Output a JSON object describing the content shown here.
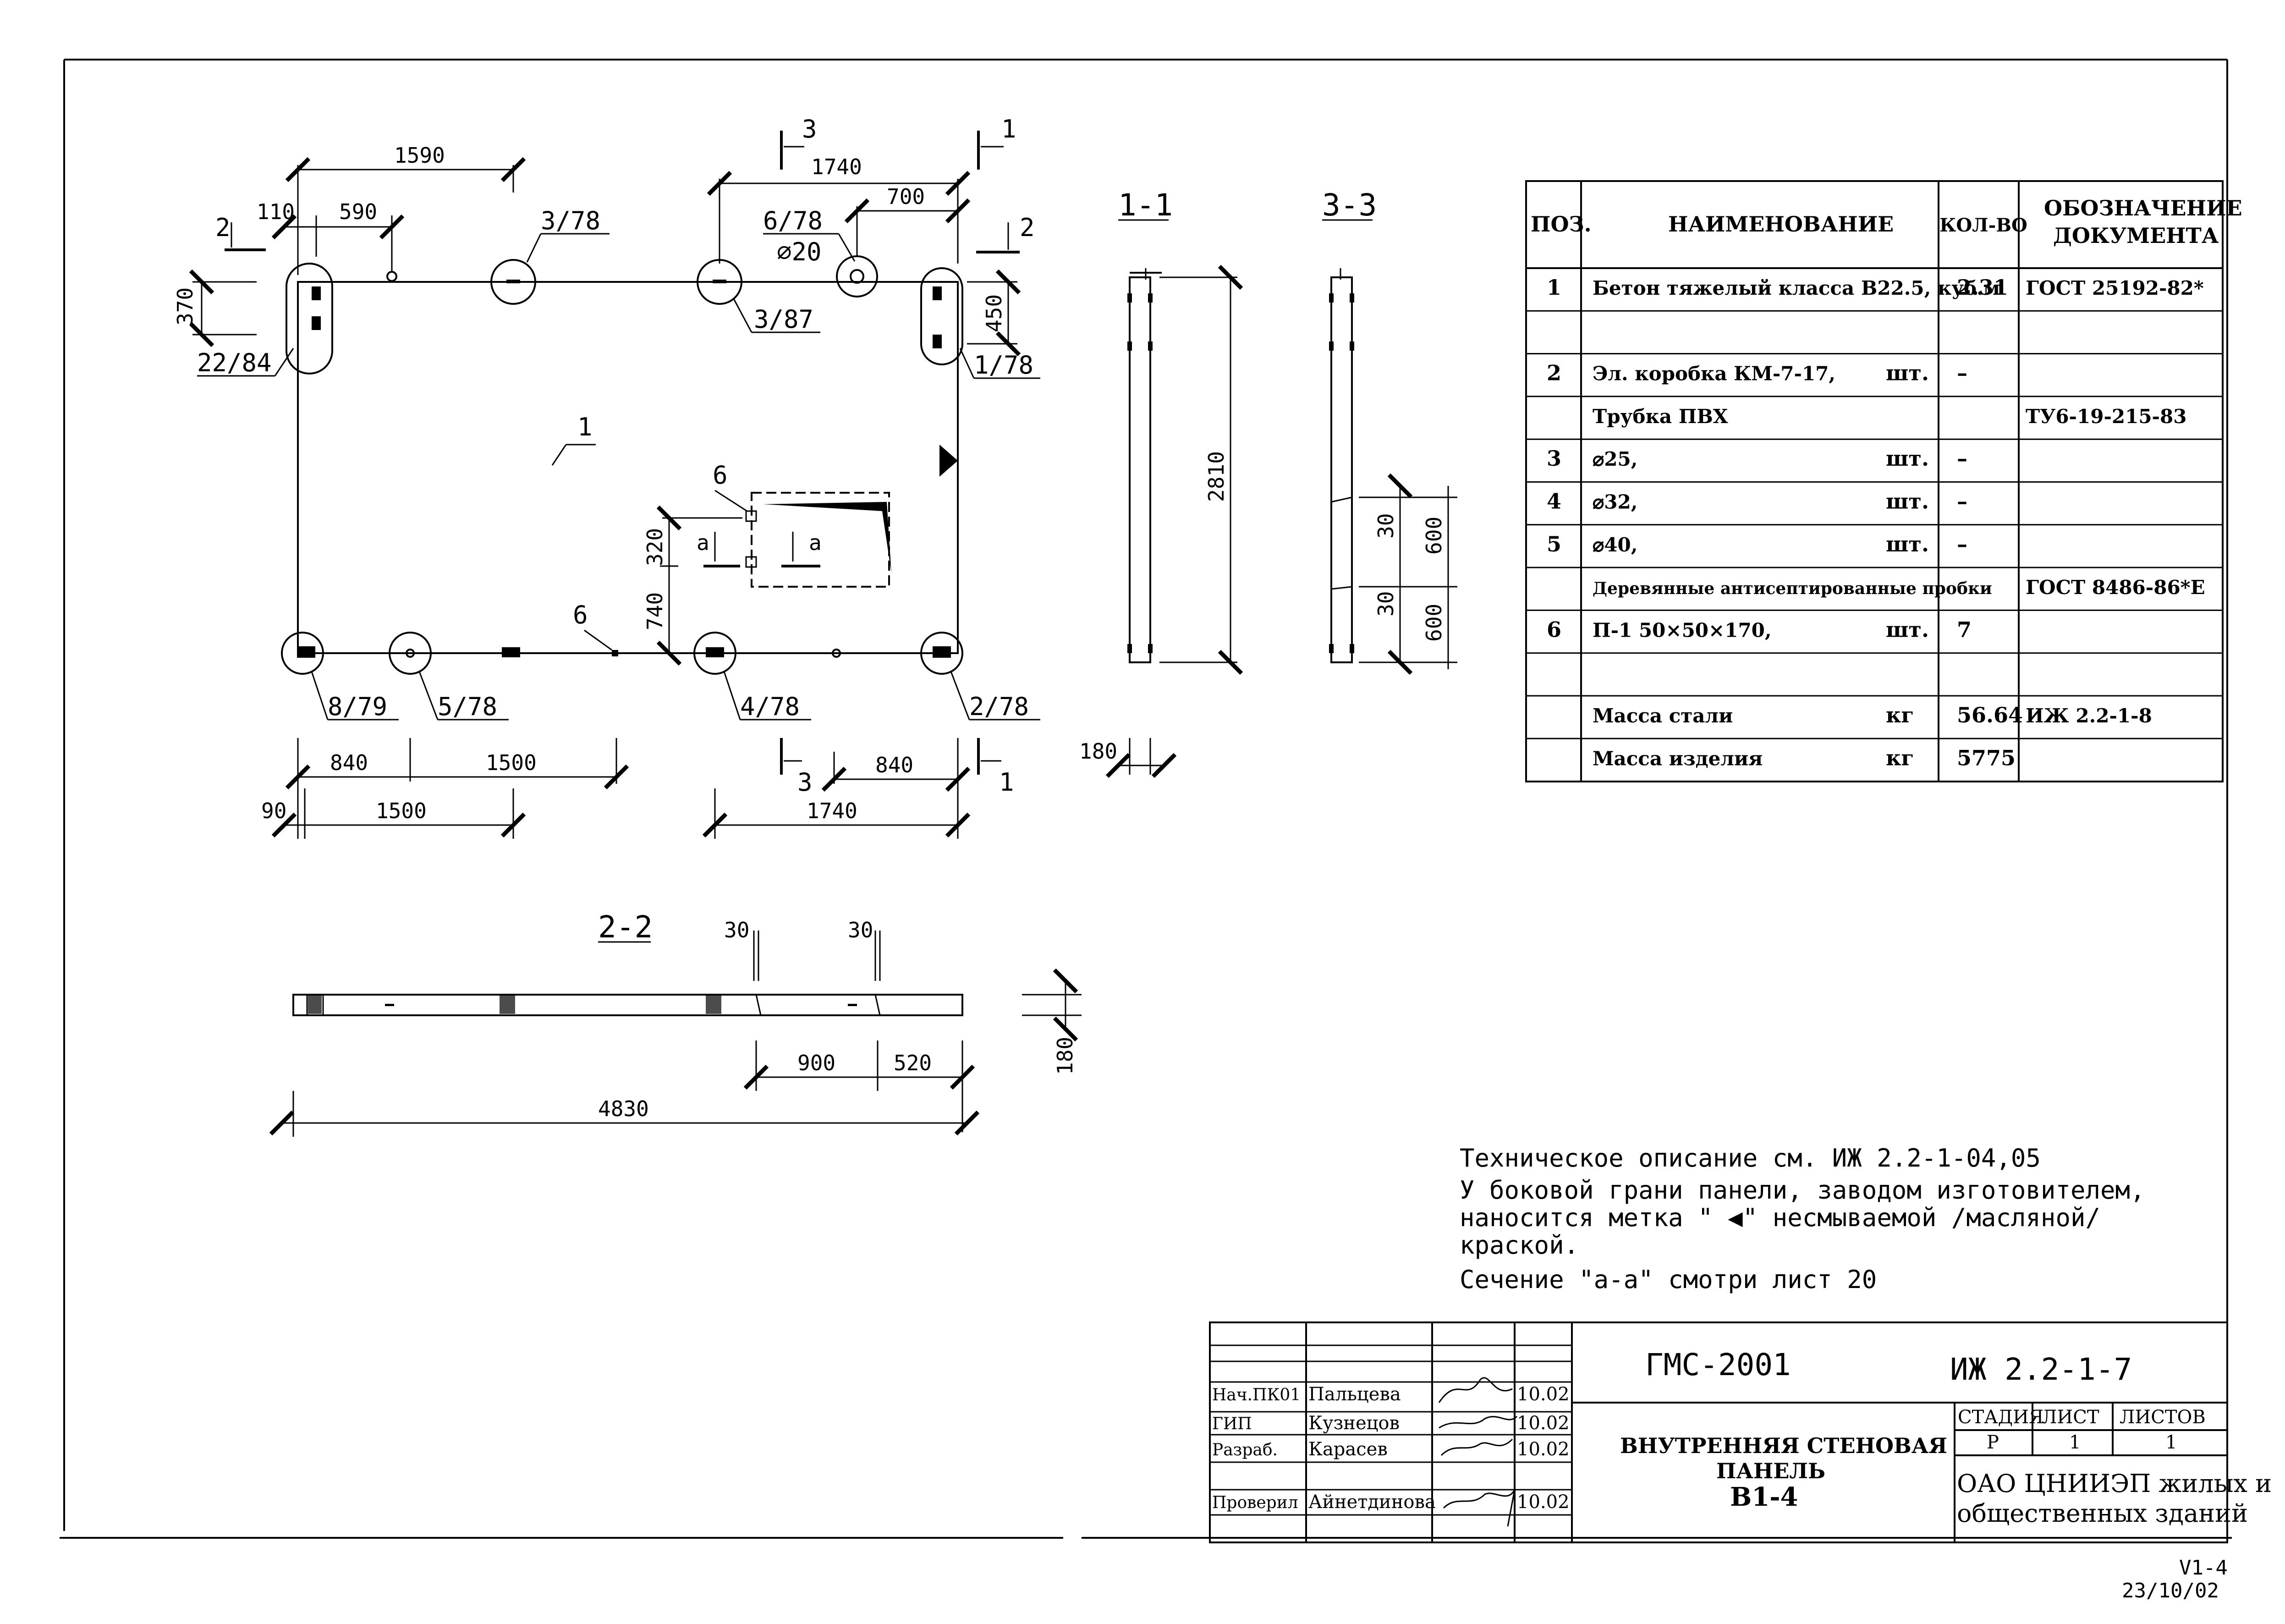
{
  "plan": {
    "dimensions_top": {
      "d1590": "1590",
      "d1740": "1740",
      "d110": "110",
      "d590": "590",
      "d700": "700",
      "d370": "370",
      "d450": "450",
      "d320": "320",
      "d740": "740"
    },
    "dimensions_bottom": {
      "d840a": "840",
      "d1500a": "1500",
      "d90": "90",
      "d1500b": "1500",
      "d840b": "840",
      "d1740": "1740"
    },
    "callouts": {
      "c378": "3/78",
      "c678": "6/78",
      "c20": "⌀20",
      "c387": "3/87",
      "c2284": "22/84",
      "c178": "1/78",
      "c879": "8/79",
      "c578": "5/78",
      "c478": "4/78",
      "c278": "2/78",
      "c1": "1",
      "c6a": "6",
      "c6b": "6",
      "a1": "a",
      "a2": "a"
    },
    "section_marks": {
      "s1t": "1",
      "s1b": "1",
      "s2l": "2",
      "s2r": "2",
      "s3t": "3",
      "s3b": "3"
    }
  },
  "sections": {
    "s11": {
      "title": "1-1",
      "height": "2810",
      "thickness": "180"
    },
    "s33": {
      "title": "3-3",
      "d30a": "30",
      "d600a": "600",
      "d30b": "30",
      "d600b": "600"
    },
    "s22": {
      "title": "2-2",
      "d30a": "30",
      "d30b": "30",
      "d180": "180",
      "d900": "900",
      "d520": "520",
      "d4830": "4830"
    }
  },
  "spec_table": {
    "headers": {
      "pos": "ПОЗ.",
      "name": "НАИМЕНОВАНИЕ",
      "qty": "КОЛ-ВО",
      "doc1": "ОБОЗНАЧЕНИЕ",
      "doc2": "ДОКУМЕНТА"
    },
    "rows": [
      {
        "pos": "1",
        "name": "Бетон тяжелый класса В22.5, куб.м",
        "unit": "",
        "qty": "2.31",
        "doc": "ГОСТ 25192-82*"
      },
      {
        "pos": "",
        "name": "",
        "unit": "",
        "qty": "",
        "doc": ""
      },
      {
        "pos": "2",
        "name": "Эл. коробка КМ-7-17,",
        "unit": "шт.",
        "qty": "–",
        "doc": ""
      },
      {
        "pos": "",
        "name": "Трубка ПВХ",
        "unit": "",
        "qty": "",
        "doc": "ТУ6-19-215-83"
      },
      {
        "pos": "3",
        "name": "⌀25,",
        "unit": "шт.",
        "qty": "–",
        "doc": ""
      },
      {
        "pos": "4",
        "name": "⌀32,",
        "unit": "шт.",
        "qty": "–",
        "doc": ""
      },
      {
        "pos": "5",
        "name": "⌀40,",
        "unit": "шт.",
        "qty": "–",
        "doc": ""
      },
      {
        "pos": "",
        "name": "Деревянные антисептированные пробки",
        "unit": "",
        "qty": "",
        "doc": "ГОСТ 8486-86*Е"
      },
      {
        "pos": "6",
        "name": "П-1   50×50×170,",
        "unit": "шт.",
        "qty": "7",
        "doc": ""
      },
      {
        "pos": "",
        "name": "",
        "unit": "",
        "qty": "",
        "doc": ""
      },
      {
        "pos": "",
        "name": "Масса стали",
        "unit": "кг",
        "qty": "56.64",
        "doc": "ИЖ 2.2-1-8"
      },
      {
        "pos": "",
        "name": "Масса изделия",
        "unit": "кг",
        "qty": "5775",
        "doc": ""
      }
    ]
  },
  "notes": {
    "line1": "Техническое описание  см. ИЖ 2.2-1-04,05",
    "line2": "У боковой грани панели, заводом изготовителем,",
    "line3a": "наносится метка \"",
    "line3b": "\" несмываемой /масляной/",
    "line4": "краской.",
    "line5": "Сечение \"а-а\" смотри лист 20"
  },
  "title_block": {
    "code1": "ГМС-2001",
    "code2": "ИЖ 2.2-1-7",
    "people": [
      {
        "role": "Нач.ПК01",
        "name": "Пальцева",
        "date": "10.02"
      },
      {
        "role": "ГИП",
        "name": "Кузнецов",
        "date": "10.02"
      },
      {
        "role": "Разраб.",
        "name": "Карасев",
        "date": "10.02"
      },
      {
        "role": "",
        "name": "",
        "date": ""
      },
      {
        "role": "Проверил",
        "name": "Айнетдинова",
        "date": "10.02"
      }
    ],
    "title1": "ВНУТРЕННЯЯ СТЕНОВАЯ",
    "title2": "ПАНЕЛЬ",
    "title3": "В1-4",
    "stage_h": "СТАДИЯ",
    "sheet_h": "ЛИСТ",
    "sheets_h": "ЛИСТОВ",
    "stage": "Р",
    "sheet": "1",
    "sheets": "1",
    "org1": "ОАО ЦНИИЭП жилых и",
    "org2": "общественных зданий"
  },
  "footer": {
    "code": "V1-4",
    "date": "23/10/02"
  }
}
